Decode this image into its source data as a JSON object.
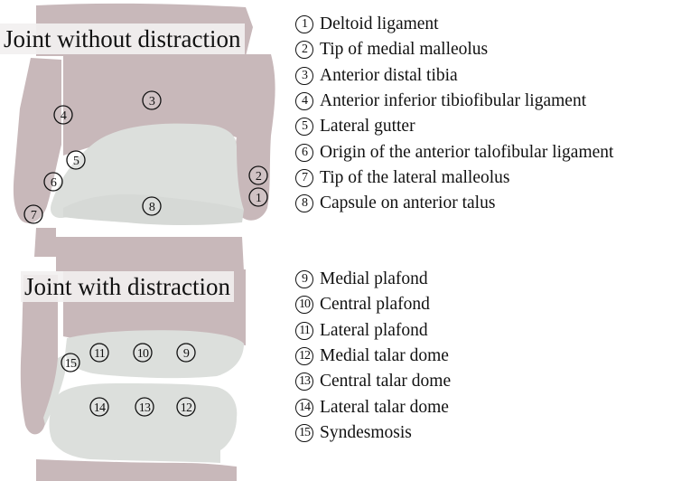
{
  "top_panel": {
    "title": "Joint without distraction",
    "markers": [
      "1",
      "2",
      "3",
      "4",
      "5",
      "6",
      "7",
      "8"
    ]
  },
  "bottom_panel": {
    "title": "Joint with distraction",
    "markers": [
      "9",
      "10",
      "11",
      "12",
      "13",
      "14",
      "15"
    ]
  },
  "legend_top": [
    {
      "num": "1",
      "label": "Deltoid ligament"
    },
    {
      "num": "2",
      "label": "Tip of medial malleolus"
    },
    {
      "num": "3",
      "label": "Anterior distal tibia"
    },
    {
      "num": "4",
      "label": "Anterior inferior tibiofibular ligament"
    },
    {
      "num": "5",
      "label": "Lateral gutter"
    },
    {
      "num": "6",
      "label": "Origin of the anterior talofibular ligament"
    },
    {
      "num": "7",
      "label": "Tip of the lateral malleolus"
    },
    {
      "num": "8",
      "label": "Capsule on anterior talus"
    }
  ],
  "legend_bottom": [
    {
      "num": "9",
      "label": "Medial plafond"
    },
    {
      "num": "10",
      "label": "Central plafond"
    },
    {
      "num": "11",
      "label": "Lateral plafond"
    },
    {
      "num": "12",
      "label": "Medial talar dome"
    },
    {
      "num": "13",
      "label": "Central talar dome"
    },
    {
      "num": "14",
      "label": "Lateral talar dome"
    },
    {
      "num": "15",
      "label": "Syndesmosis"
    }
  ],
  "colors": {
    "bone": "#c8b8ba",
    "cartilage": "#dcdfdc",
    "text": "#111111",
    "background": "#ffffff"
  }
}
